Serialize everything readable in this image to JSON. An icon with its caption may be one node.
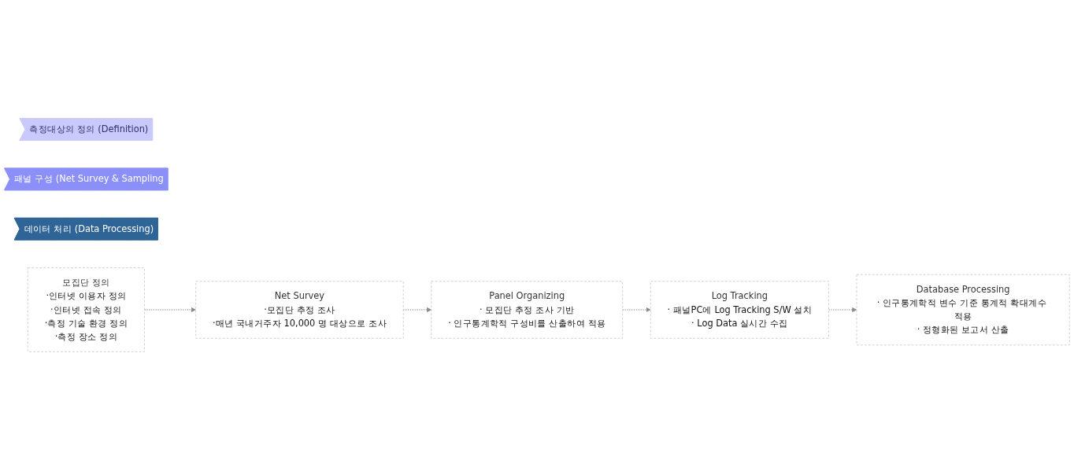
{
  "diagram": {
    "nodes": [
      {
        "text": [
          "측정대상의 정의 (Definition)"
        ]
      },
      {
        "text": [
          "패널 구성 (Net Survey & Sampling"
        ]
      },
      {
        "text": [
          "데이터 처리 (Data Processing)"
        ]
      },
      {
        "text": [
          "모집단 정의",
          "·인터넷 이용자 정의",
          "·인터넷 접속 정의",
          "·측정 기술 환경 정의",
          "·측정 장소 정의"
        ]
      },
      {
        "text": [
          "Net Survey",
          "·모집단 추정 조사",
          "·매년 국내거주자 10,000 명 대상으로 조사"
        ]
      },
      {
        "text": [
          "Panel Organizing",
          "· 모집단 추정 조사 기반",
          "· 인구통계학적 구성비를 산출하여 적용"
        ]
      },
      {
        "text": [
          "Log Tracking",
          "· 패널PC에 Log Tracking S/W 설치",
          "· Log Data 실시간 수집"
        ]
      },
      {
        "text": [
          "Database Processing",
          "· 인구통계학적 변수 기준 통계적 확대계수 적용",
          "· 정형화된 보고서 산출"
        ]
      }
    ],
    "edges": [
      {
        "from": 3,
        "to": 4,
        "arrow": "to",
        "style": "dashed"
      },
      {
        "from": 4,
        "to": 5,
        "arrow": "to",
        "style": "dashed"
      },
      {
        "from": 5,
        "to": 6,
        "arrow": "to",
        "style": "dashed"
      },
      {
        "from": 6,
        "to": 7,
        "arrow": "to",
        "style": "dashed"
      }
    ]
  }
}
